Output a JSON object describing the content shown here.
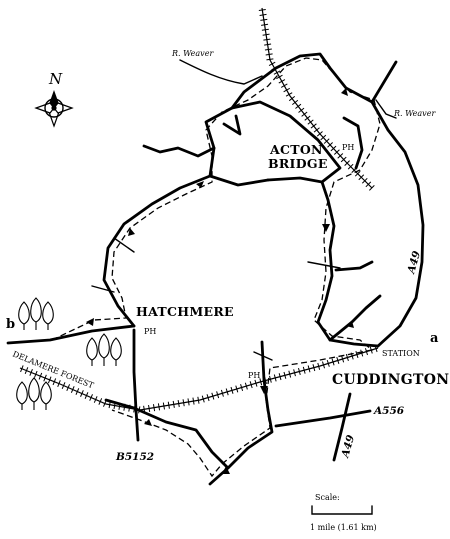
{
  "compass": {
    "north_label": "N"
  },
  "places": {
    "acton_bridge_line1": "ACTON",
    "acton_bridge_line2": "BRIDGE",
    "hatchmere": "HATCHMERE",
    "cuddington": "CUDDINGTON"
  },
  "labels": {
    "river_weaver_1": "R. Weaver",
    "river_weaver_2": "R. Weaver",
    "ph_acton": "PH",
    "ph_hatchmere": "PH",
    "ph_cuddington": "PH",
    "station": "STATION",
    "delamere_forest": "DELAMERE FOREST"
  },
  "roads": {
    "a49_north": "A49",
    "a49_south": "A49",
    "a556": "A556",
    "b5152": "B5152"
  },
  "points": {
    "a": "a",
    "b": "b"
  },
  "scale": {
    "title": "Scale:",
    "text": "1 mile (1.61 km)"
  }
}
